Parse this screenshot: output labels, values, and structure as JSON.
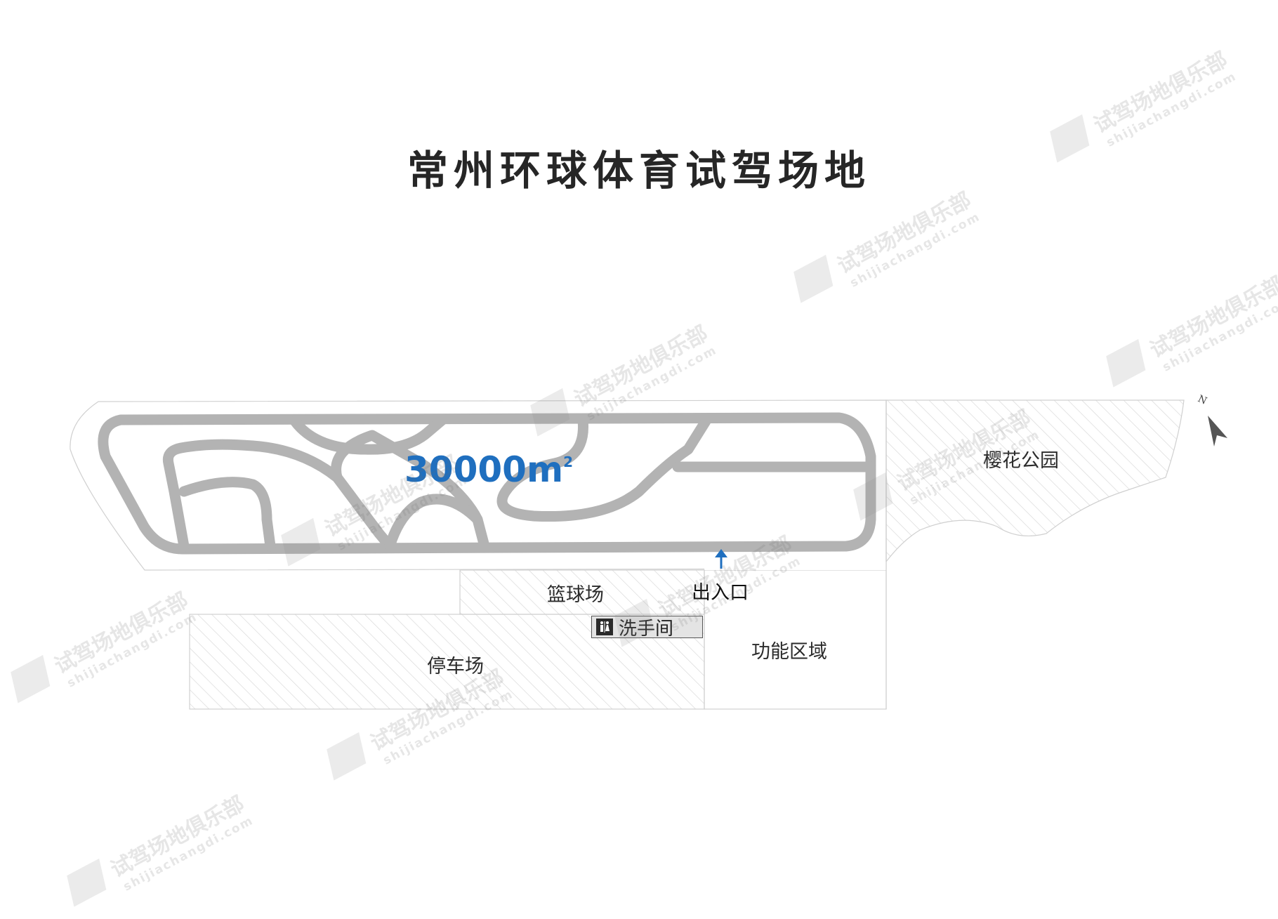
{
  "title": "常州环球体育试驾场地",
  "map": {
    "area_value": "30000m",
    "area_superscript": "2",
    "zones": {
      "park": "樱花公园",
      "basketball": "篮球场",
      "parking": "停车场",
      "function_area": "功能区域",
      "restroom": "洗手间",
      "entrance": "出入口"
    },
    "compass_letter": "N",
    "colors": {
      "track": "#b3b3b3",
      "area_text": "#1f6fbf",
      "entrance_arrow": "#1f6fbf",
      "hatch": "#d6d6d6",
      "outline": "#cfcfcf"
    }
  },
  "watermark": {
    "title": "试驾场地俱乐部",
    "domain": "shijiachangdi.com"
  }
}
